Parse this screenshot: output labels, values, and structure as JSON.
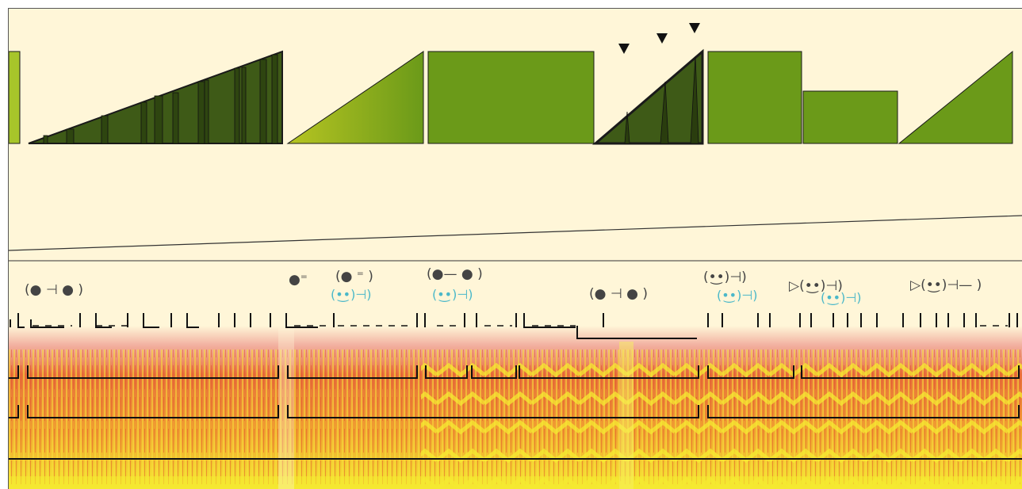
{
  "palette": {
    "background": "#fff6d8",
    "bar_green": "#6b9a19",
    "bar_dark": "#3e5a17",
    "bar_light": "#b6c422",
    "outline": "#1a1a1a",
    "notation_dark": "#444444",
    "notation_cyan": "#4bb8c9",
    "spectro_low": "#f0c23a",
    "spectro_mid": "#e8703a",
    "spectro_high": "#f5ea30"
  },
  "icons": [
    "triangle-marker",
    "circle-glyph",
    "square-glyph",
    "bracket-glyph",
    "smiley-glyph",
    "play-triangle-glyph"
  ],
  "notation_labels": [
    "(",
    ")",
    "="
  ]
}
